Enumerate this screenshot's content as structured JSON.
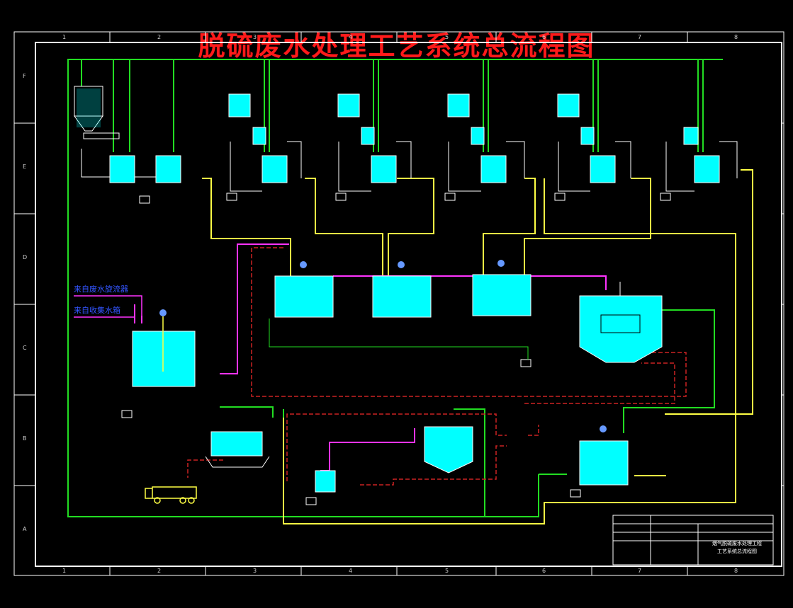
{
  "title": "脱硫废水处理工艺系统总流程图",
  "border": {
    "columns": [
      "1",
      "2",
      "3",
      "4",
      "5",
      "6",
      "7",
      "8"
    ],
    "rows": [
      "F",
      "E",
      "D",
      "C",
      "B",
      "A"
    ]
  },
  "labels": {
    "inlet1": "来自废水旋流器",
    "inlet2": "来自收集水箱"
  },
  "title_block": {
    "line1": "烟气脱硫废水处理工程",
    "line2": "工艺系统总流程图"
  },
  "colors": {
    "background": "#000000",
    "water_pipe": "#22dd22",
    "chem_pipe": "#ffff44",
    "sludge_pipe": "#ff33ff",
    "return_pipe": "#cc2222",
    "tank": "#00ffff",
    "frame": "#ffffff",
    "title": "#ff1a1a"
  }
}
